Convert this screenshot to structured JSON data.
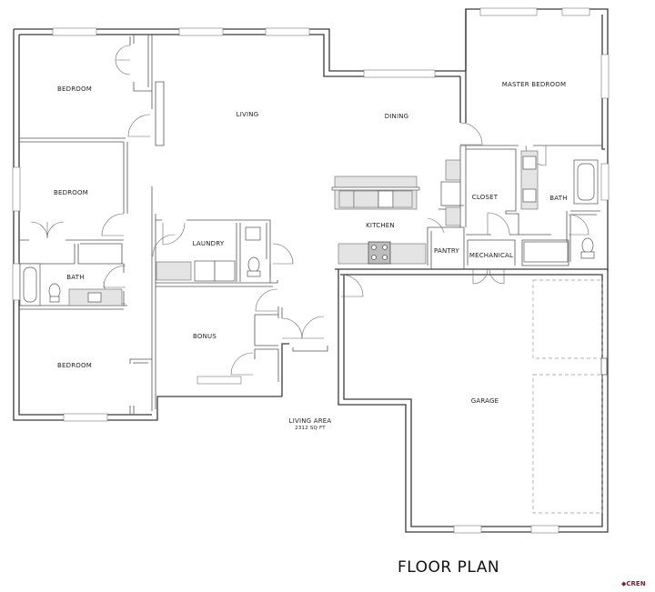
{
  "plan": {
    "title": "FLOOR PLAN",
    "brand": "CREN",
    "rooms": {
      "bedroom_1": "BEDROOM",
      "bedroom_2": "BEDROOM",
      "bedroom_3": "BEDROOM",
      "bath_hall": "BATH",
      "living": "LIVING",
      "dining": "DINING",
      "kitchen": "KITCHEN",
      "laundry": "LAUNDRY",
      "bonus": "BONUS",
      "pantry": "PANTRY",
      "mechanical": "MECHANICAL",
      "closet": "CLOSET",
      "master_bath": "BATH",
      "master_bedroom": "MASTER BEDROOM",
      "garage": "GARAGE"
    },
    "living_area": {
      "label": "LIVING AREA",
      "size": "2312 SQ FT"
    },
    "colors": {
      "wall": "#3a3a3a",
      "counter": "#e4e4e4",
      "brand": "#8a1c2c"
    }
  }
}
